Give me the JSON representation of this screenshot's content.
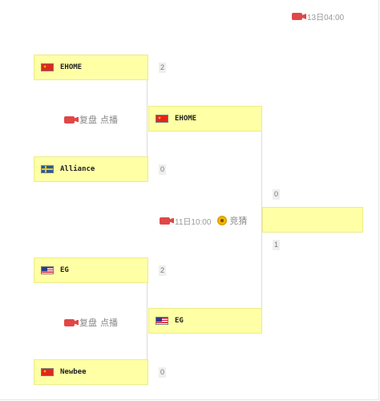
{
  "bracket": {
    "round1": [
      {
        "team": "EHOME",
        "flag": "china-flag",
        "score": "2"
      },
      {
        "team": "Alliance",
        "flag": "sweden-flag",
        "score": "0"
      },
      {
        "team": "EG",
        "flag": "usa-flag",
        "score": "2"
      },
      {
        "team": "Newbee",
        "flag": "china-flag",
        "score": "0"
      }
    ],
    "round2": [
      {
        "team": "EHOME",
        "flag": "china-flag",
        "score": "0"
      },
      {
        "team": "EG",
        "flag": "usa-flag",
        "score": "1"
      }
    ],
    "final": {
      "team": "",
      "time": "13日04:00"
    },
    "semifinal_meta": {
      "time": "11日10:00",
      "bet_label": "竞猜"
    },
    "replay_links": [
      {
        "replay_label": "复盘",
        "watch_label": "点播"
      },
      {
        "replay_label": "复盘",
        "watch_label": "点播"
      }
    ]
  },
  "colors": {
    "team_box_bg": "#ffffa6",
    "connector": "#dcdcdc",
    "video_icon": "#e04747",
    "bet_icon": "#f1b400"
  }
}
